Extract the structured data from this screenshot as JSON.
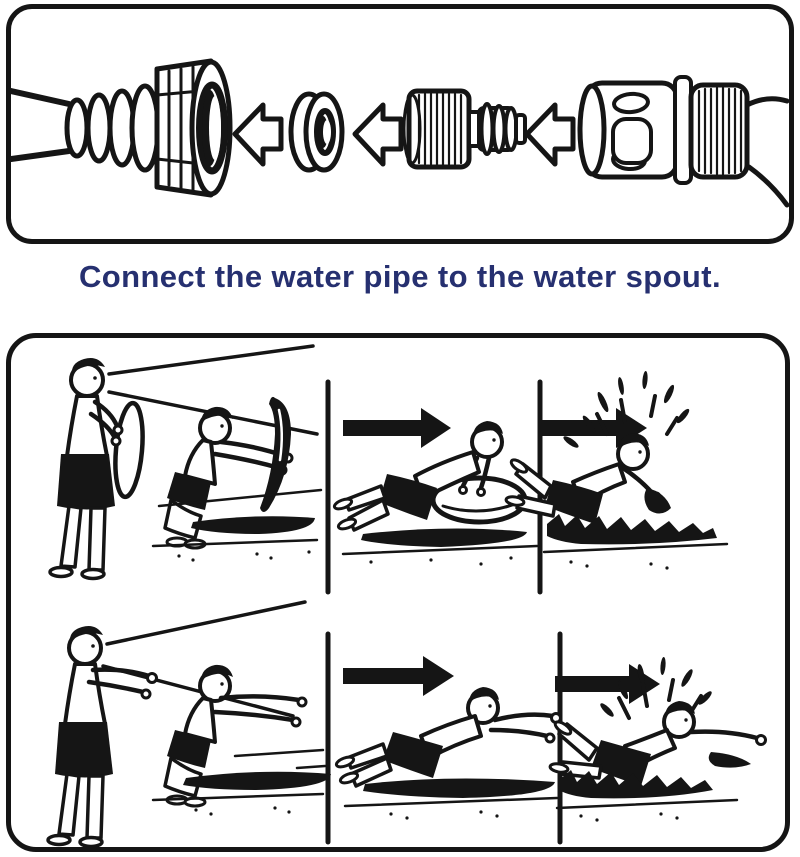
{
  "colors": {
    "ink": "#151515",
    "caption_text": "#263070",
    "panel_background": "#ffffff",
    "page_background": "#ffffff"
  },
  "caption": {
    "text": "Connect the water pipe to the water spout."
  },
  "top_panel": {
    "name": "hose-fitting-assembly-diagram",
    "parts": [
      "garden-hose-with-barb",
      "hose-nut",
      "rubber-washer",
      "threaded-tap-adapter",
      "quick-connect-coupling"
    ],
    "arrows": {
      "icon": "arrow-left-outline-icon",
      "count": 3,
      "direction": "left"
    }
  },
  "bottom_panel": {
    "name": "slide-usage-steps-diagram",
    "arrows": {
      "icon": "arrow-right-solid-icon",
      "direction": "right"
    },
    "rows": [
      {
        "name": "with-board",
        "steps": [
          "stand-holding-board",
          "crouch-place-board",
          "slide-on-board",
          "splash-finish"
        ]
      },
      {
        "name": "without-board",
        "steps": [
          "stand-ready",
          "crouch-ready",
          "dive-forward",
          "belly-slide-splash"
        ]
      }
    ]
  }
}
